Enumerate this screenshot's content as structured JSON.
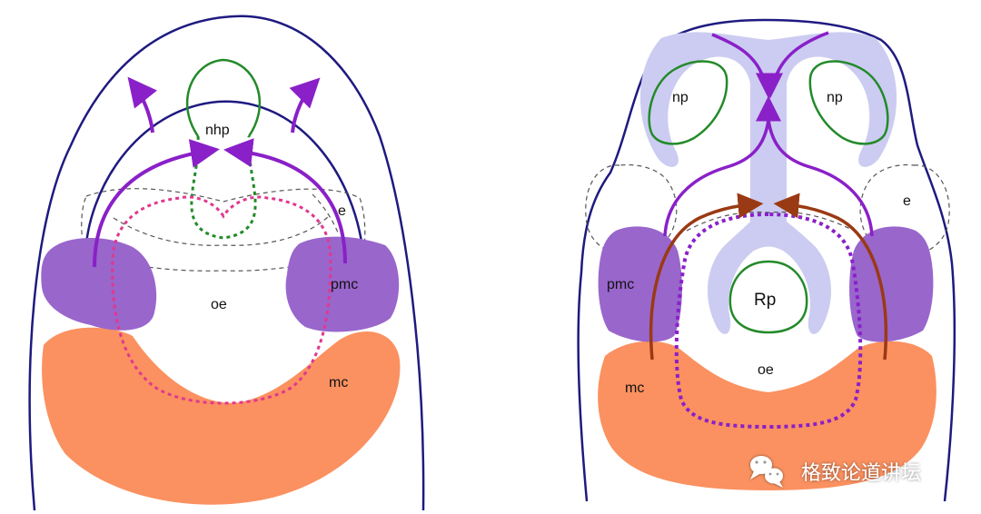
{
  "colors": {
    "outline": "#1f1a80",
    "pmc": "#9966cc",
    "mc": "#fb9160",
    "nasal_lines": "#248a2a",
    "neural": "#8a20c8",
    "magenta": "#e0388e",
    "brown": "#9a3a14",
    "light_blue": "#ccccf2",
    "dashed_grey": "#555555"
  },
  "left_panel": {
    "labels": {
      "nhp": "nhp",
      "e": "e",
      "pmc": "pmc",
      "oe": "oe",
      "mc": "mc"
    }
  },
  "right_panel": {
    "labels": {
      "np_left": "np",
      "np_right": "np",
      "e": "e",
      "pmc": "pmc",
      "rp": "Rp",
      "oe": "oe",
      "mc": "mc"
    }
  },
  "watermark": {
    "icon": "wechat-icon",
    "text": "格致论道讲坛"
  }
}
